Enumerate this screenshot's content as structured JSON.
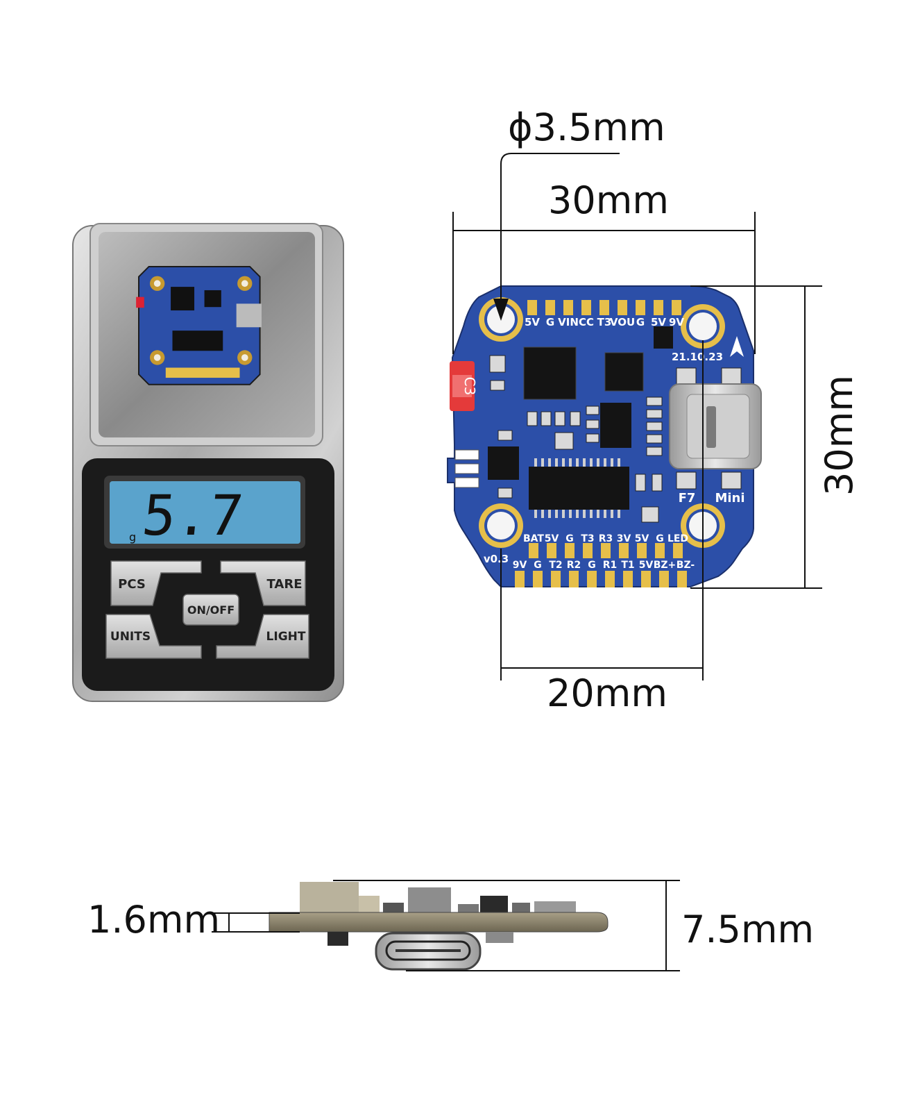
{
  "dimensions": {
    "hole_diameter": "ϕ3.5mm",
    "width": "30mm",
    "height": "30mm",
    "mount_spacing": "20mm",
    "pcb_thickness": "1.6mm",
    "total_height": "7.5mm"
  },
  "scale": {
    "reading": "5.7",
    "unit": "g",
    "buttons": {
      "pcs": "PCS",
      "tare": "TARE",
      "on_off": "ON/OFF",
      "units": "UNITS",
      "light": "LIGHT"
    }
  },
  "board": {
    "top_pads": [
      "5V",
      "G",
      "VIN",
      "CC",
      "T3",
      "VOU",
      "G",
      "5V",
      "9V"
    ],
    "bottom_row1": [
      "BAT",
      "5V",
      "G",
      "T3",
      "R3",
      "3V",
      "5V",
      "G",
      "LED"
    ],
    "bottom_row2": [
      "9V",
      "G",
      "T2",
      "R2",
      "G",
      "R1",
      "T1",
      "5V",
      "BZ+",
      "BZ-"
    ],
    "date": "21.10.23",
    "name_left": "F7",
    "name_right": "Mini",
    "version": "v0.3",
    "conn_label": "C3"
  },
  "colors": {
    "pcb_blue": "#2c4fa8",
    "pad_gold": "#e6bf4a",
    "lcd_blue": "#5aa3cc"
  }
}
